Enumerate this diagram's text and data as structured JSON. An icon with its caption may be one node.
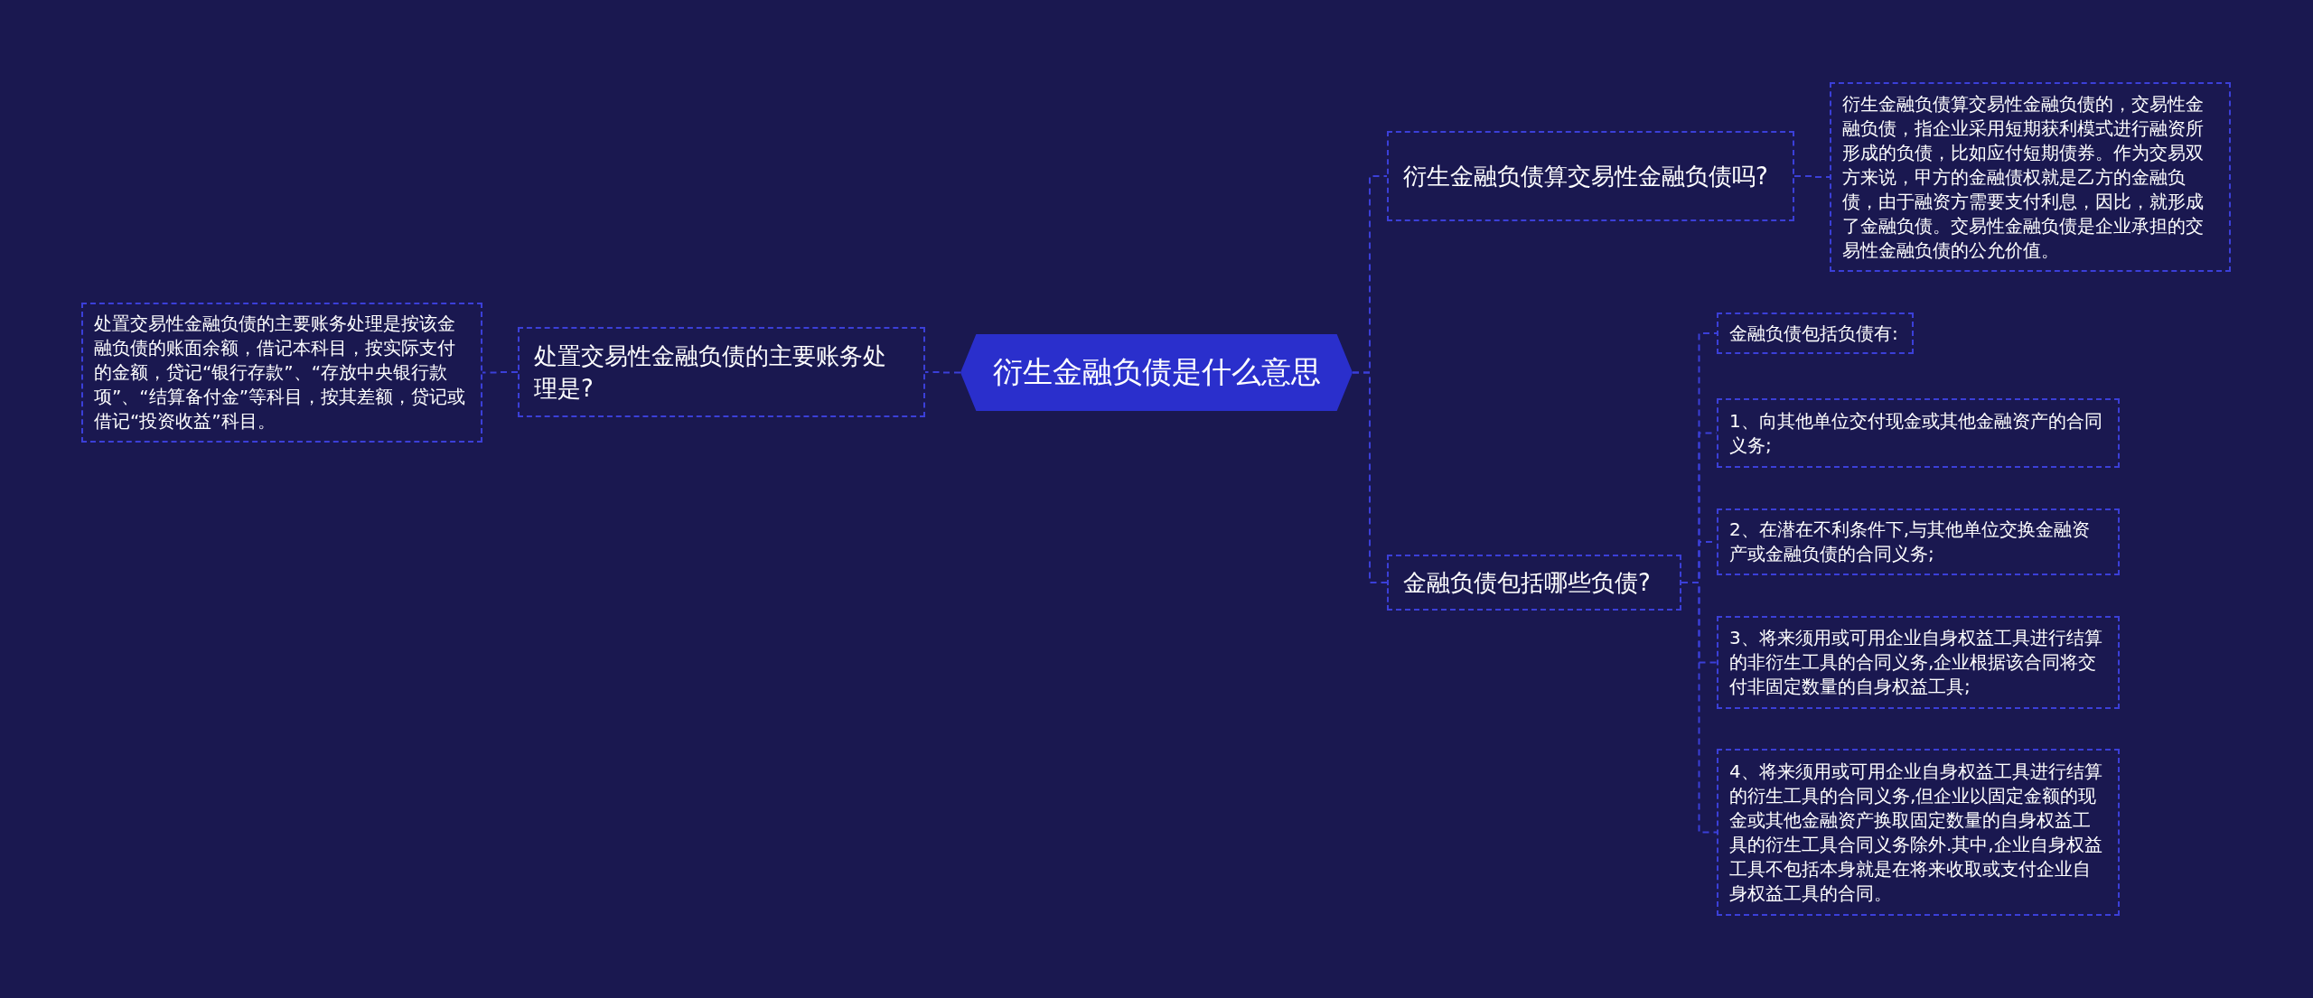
{
  "diagram": {
    "nodes": [
      {
        "text": [
          "衍生金融负债是什么意思"
        ]
      },
      {
        "text": [
          "处置交易性金融负债的主要账务处理是?"
        ]
      },
      {
        "text": [
          "处置交易性金融负债的主要账务处理是按该金融负债的账面余额，借记本科目，按实际支付的金额，贷记“银行存款”、“存放中央银行款项”、“结算备付金”等科目，按其差额，贷记或借记“投资收益”科目。"
        ]
      },
      {
        "text": [
          "衍生金融负债算交易性金融负债吗?"
        ]
      },
      {
        "text": [
          "衍生金融负债算交易性金融负债的，交易性金融负债，指企业采用短期获利模式进行融资所形成的负债，比如应付短期债券。作为交易双方来说，甲方的金融债权就是乙方的金融负债，由于融资方需要支付利息，因比，就形成了金融负债。交易性金融负债是企业承担的交易性金融负债的公允价值。"
        ]
      },
      {
        "text": [
          "金融负债包括哪些负债?"
        ]
      },
      {
        "text": [
          "金融负债包括负债有:"
        ]
      },
      {
        "text": [
          "1、向其他单位交付现金或其他金融资产的合同义务;"
        ]
      },
      {
        "text": [
          "2、在潜在不利条件下,与其他单位交换金融资产或金融负债的合同义务;"
        ]
      },
      {
        "text": [
          "3、将来须用或可用企业自身权益工具进行结算的非衍生工具的合同义务,企业根据该合同将交付非固定数量的自身权益工具;"
        ]
      },
      {
        "text": [
          "4、将来须用或可用企业自身权益工具进行结算的衍生工具的合同义务,但企业以固定金额的现金或其他金融资产换取固定数量的自身权益工具的衍生工具合同义务除外.其中,企业自身权益工具不包括本身就是在将来收取或支付企业自身权益工具的合同。"
        ]
      }
    ],
    "edges": [
      {
        "from": 0,
        "to": 1,
        "arrow": "none"
      },
      {
        "from": 1,
        "to": 2,
        "arrow": "none"
      },
      {
        "from": 0,
        "to": 3,
        "arrow": "none"
      },
      {
        "from": 3,
        "to": 4,
        "arrow": "none"
      },
      {
        "from": 0,
        "to": 5,
        "arrow": "none"
      },
      {
        "from": 5,
        "to": 6,
        "arrow": "none"
      },
      {
        "from": 5,
        "to": 7,
        "arrow": "none"
      },
      {
        "from": 5,
        "to": 8,
        "arrow": "none"
      },
      {
        "from": 5,
        "to": 9,
        "arrow": "none"
      },
      {
        "from": 5,
        "to": 10,
        "arrow": "none"
      }
    ]
  }
}
